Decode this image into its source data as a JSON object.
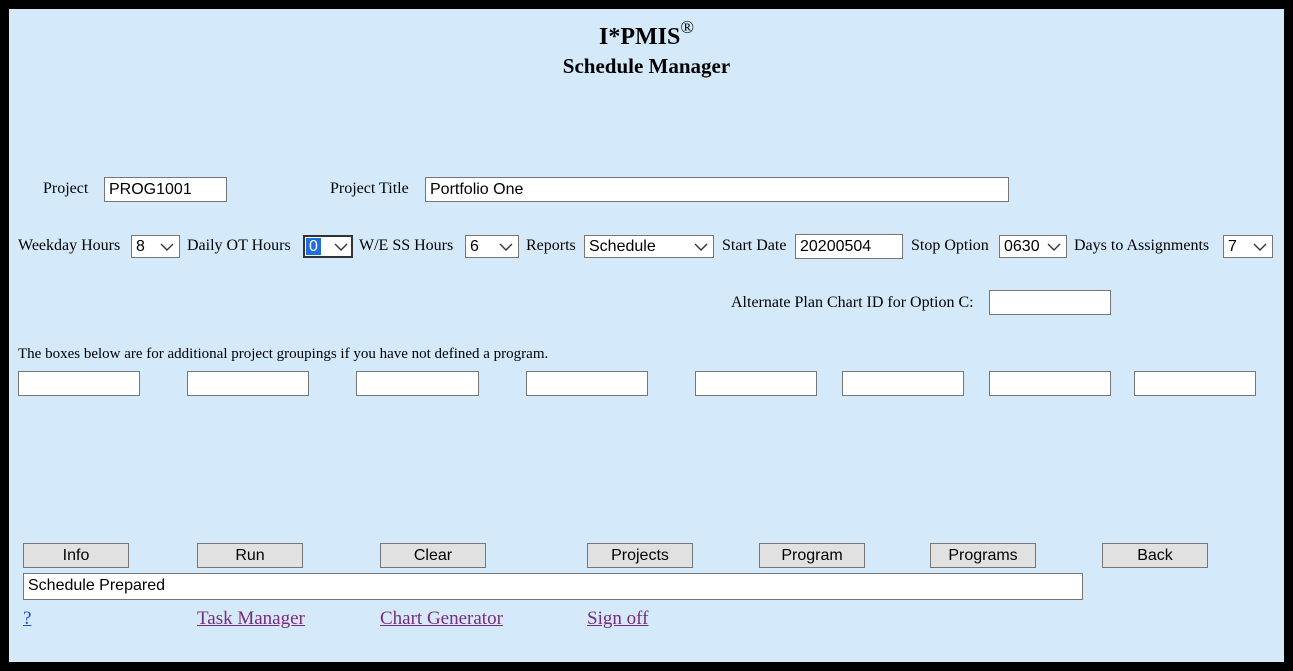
{
  "header": {
    "app_name": "I*PMIS",
    "registered": "®",
    "subtitle": "Schedule Manager"
  },
  "project": {
    "project_label": "Project",
    "project_value": "PROG1001",
    "title_label": "Project Title",
    "title_value": "Portfolio One"
  },
  "options": {
    "weekday_hours_label": "Weekday Hours",
    "weekday_hours_value": "8",
    "daily_ot_label": "Daily OT Hours",
    "daily_ot_value": "0",
    "we_ss_label": "W/E SS Hours",
    "we_ss_value": "6",
    "reports_label": "Reports",
    "reports_value": "Schedule",
    "start_date_label": "Start Date",
    "start_date_value": "20200504",
    "stop_option_label": "Stop Option",
    "stop_option_value": "0630",
    "days_to_assign_label": "Days to Assignments",
    "days_to_assign_value": "7"
  },
  "alternate": {
    "label": "Alternate Plan Chart ID for Option C:",
    "value": ""
  },
  "groupings": {
    "note": "The boxes below are for additional project groupings if you have not defined a program.",
    "boxes": [
      "",
      "",
      "",
      "",
      "",
      "",
      "",
      ""
    ]
  },
  "buttons": {
    "info": "Info",
    "run": "Run",
    "clear": "Clear",
    "projects": "Projects",
    "program": "Program",
    "programs": "Programs",
    "back": "Back"
  },
  "status": {
    "message": "Schedule Prepared"
  },
  "links": {
    "help": "?",
    "task_manager": "Task Manager",
    "chart_generator": "Chart Generator",
    "sign_off": "Sign off"
  }
}
